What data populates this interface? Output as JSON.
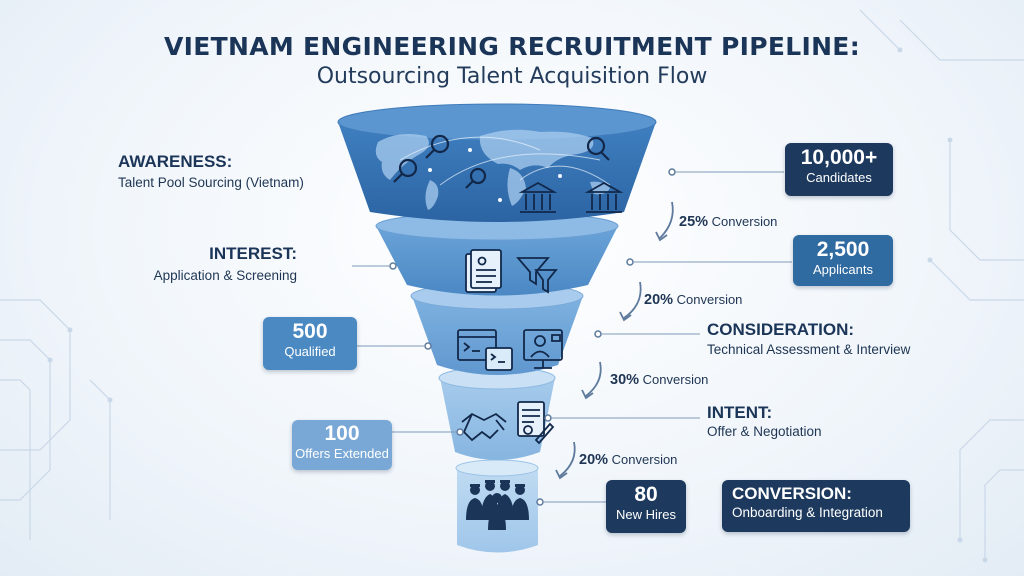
{
  "title": "VIETNAM ENGINEERING RECRUITMENT PIPELINE:",
  "subtitle": "Outsourcing Talent Acquisition Flow",
  "colors": {
    "dark_box": "#1d3a5e",
    "mid_box": "#2f6aa0",
    "light_box": "#4a89c2",
    "pale_box": "#79a8d6",
    "funnel": "#4f8ccb"
  },
  "stages": [
    {
      "name": "AWARENESS:",
      "desc": "Talent Pool Sourcing (Vietnam)",
      "count": "10,000+",
      "unit": "Candidates"
    },
    {
      "name": "INTEREST:",
      "desc": "Application & Screening",
      "count": "2,500",
      "unit": "Applicants"
    },
    {
      "name": "CONSIDERATION:",
      "desc": "Technical Assessment & Interview",
      "count": "500",
      "unit": "Qualified"
    },
    {
      "name": "INTENT:",
      "desc": "Offer & Negotiation",
      "count": "100",
      "unit": "Offers Extended"
    },
    {
      "name": "CONVERSION:",
      "desc": "Onboarding & Integration",
      "count": "80",
      "unit": "New Hires"
    }
  ],
  "conversions": [
    {
      "pct": "25%",
      "label": "Conversion"
    },
    {
      "pct": "20%",
      "label": "Conversion"
    },
    {
      "pct": "30%",
      "label": "Conversion"
    },
    {
      "pct": "20%",
      "label": "Conversion"
    }
  ],
  "icons": {
    "awareness": [
      "world-map-icon",
      "magnifier-icon",
      "university-icon"
    ],
    "interest": [
      "resume-icon",
      "filter-icon"
    ],
    "consideration": [
      "code-window-icon",
      "video-interview-icon"
    ],
    "intent": [
      "handshake-icon",
      "contract-icon"
    ],
    "conversion": [
      "team-icon"
    ]
  }
}
